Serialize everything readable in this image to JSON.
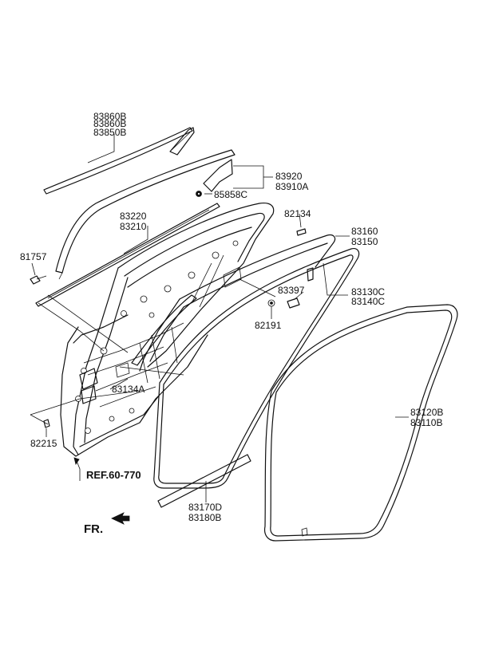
{
  "labels": {
    "p83860b_a": "83860B",
    "p83860b_b": "83860B",
    "p83850b": "83850B",
    "p83920": "83920",
    "p83910a": "83910A",
    "p85858c": "85858C",
    "p83220": "83220",
    "p83210": "83210",
    "p82134": "82134",
    "p83160": "83160",
    "p83150": "83150",
    "p81757": "81757",
    "p83397": "83397",
    "p83130c": "83130C",
    "p83140c": "83140C",
    "p82191": "82191",
    "p83134a": "83134A",
    "p83120b": "83120B",
    "p83110b": "83110B",
    "p82215": "82215",
    "ref": "REF.60-770",
    "p83170d": "83170D",
    "p83180b": "83180B",
    "fr": "FR."
  }
}
